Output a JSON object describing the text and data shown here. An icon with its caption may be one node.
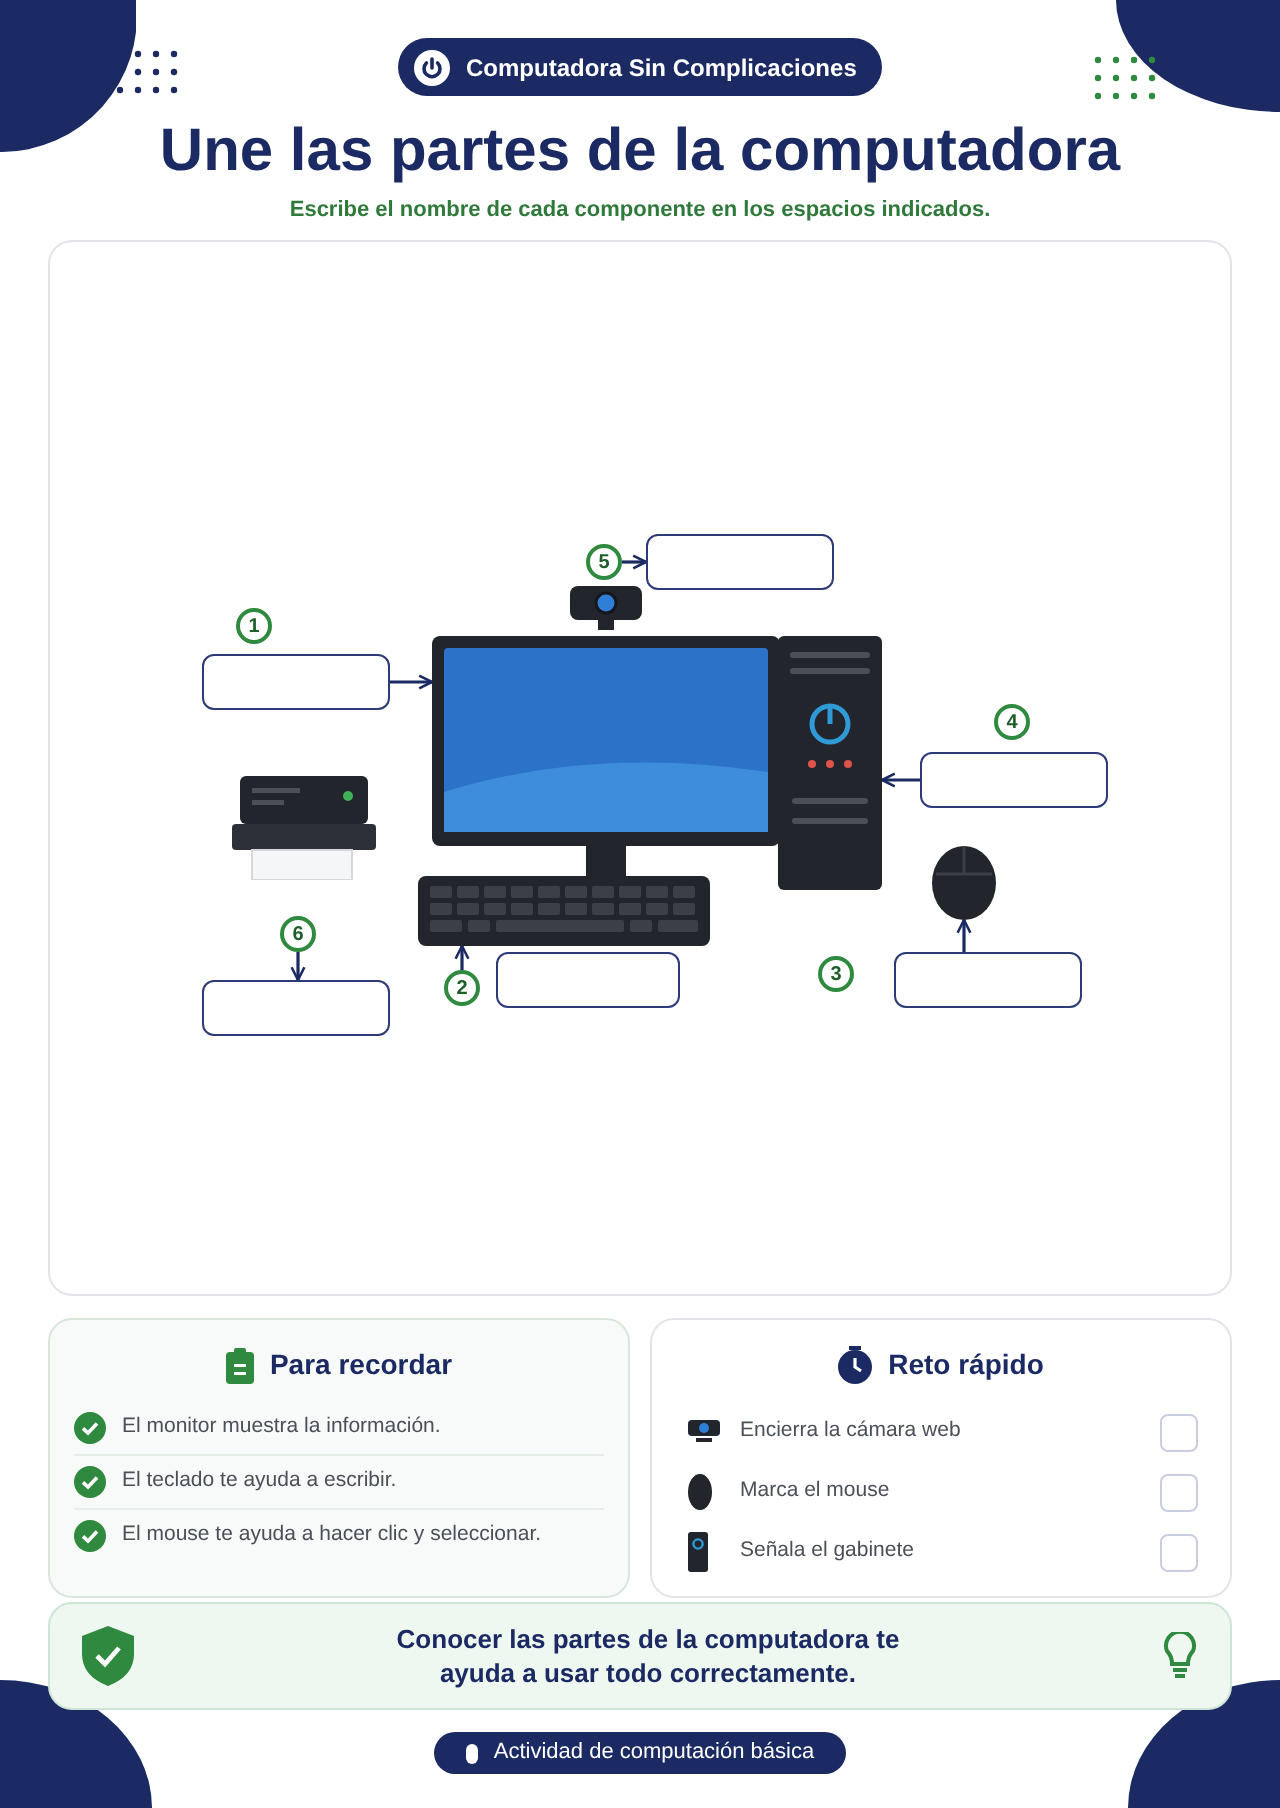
{
  "diagram": {
    "title": "Une las partes de la computadora",
    "nodes": [
      {
        "text": [
          "Computadora Sin Complicaciones"
        ]
      },
      {
        "text": [
          "1"
        ]
      },
      {
        "text": [],
        "shape": "box"
      },
      {
        "text": [],
        "shape": "picture"
      },
      {
        "text": [
          "5"
        ]
      },
      {
        "text": [],
        "shape": "box"
      },
      {
        "text": [],
        "shape": "picture"
      },
      {
        "text": [
          "4"
        ]
      },
      {
        "text": [],
        "shape": "box"
      },
      {
        "text": [],
        "shape": "picture"
      },
      {
        "text": [],
        "shape": "picture"
      },
      {
        "text": [
          "6"
        ]
      },
      {
        "text": [],
        "shape": "box"
      },
      {
        "text": [
          "2"
        ]
      },
      {
        "text": [],
        "shape": "box"
      },
      {
        "text": [
          "3"
        ]
      },
      {
        "text": [],
        "shape": "box"
      },
      {
        "text": [
          "Para recordar",
          "El monitor muestra la información.",
          "El teclado te ayuda a escribir.",
          "El mouse te ayuda a hacer clic y seleccionar."
        ]
      },
      {
        "text": [
          "Reto rápido",
          "Encierra la cámara web",
          "Marca el mouse",
          "Señala el gabinete"
        ]
      },
      {
        "text": [
          "Conocer las partes de la computadora te ayuda a usar todo correctamente."
        ]
      },
      {
        "text": [
          "Actividad de computación básica"
        ]
      }
    ],
    "edges": [
      {
        "from": 2,
        "to": 3,
        "arrow": "to"
      },
      {
        "from": 4,
        "to": 5,
        "arrow": "to"
      },
      {
        "from": 8,
        "to": 6,
        "arrow": "to"
      },
      {
        "from": 11,
        "to": 12,
        "arrow": "to"
      },
      {
        "from": 13,
        "to": 9,
        "arrow": "to"
      },
      {
        "from": 16,
        "to": 10,
        "arrow": "to"
      }
    ],
    "labels": [
      "Escribe el nombre de cada componente en los espacios indicados."
    ]
  }
}
